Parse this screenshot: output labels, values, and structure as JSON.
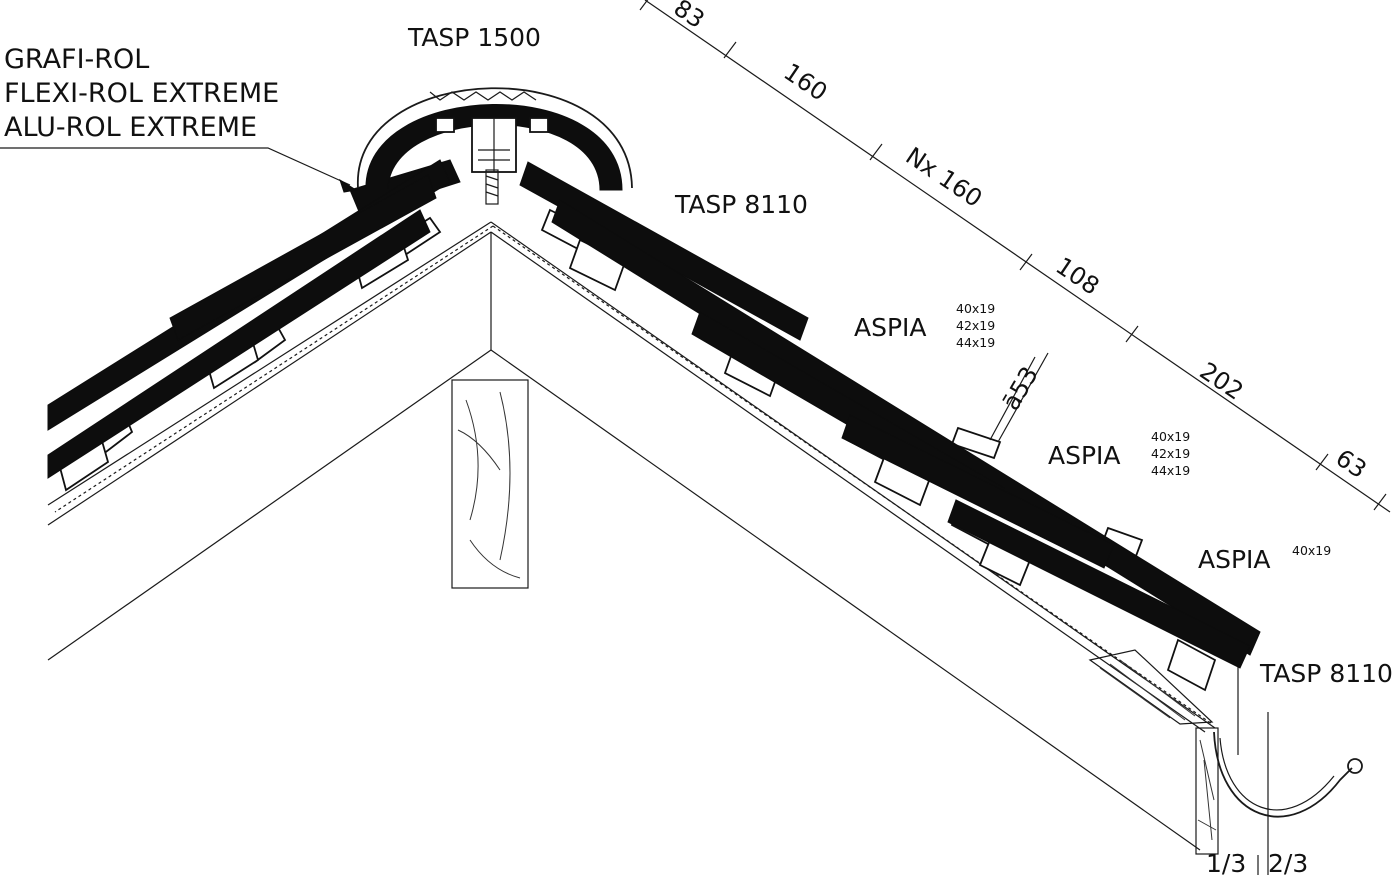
{
  "product_labels": {
    "seal_1": "GRAFI-ROL",
    "seal_2": "FLEXI-ROL EXTREME",
    "seal_3": "ALU-ROL EXTREME",
    "ridge_tile": "TASP 1500",
    "roof_tile_top": "TASP 8110",
    "roof_tile_eave": "TASP 8110"
  },
  "battens": [
    {
      "label": "ASPIA",
      "sizes": [
        "40x19",
        "42x19",
        "44x19"
      ]
    },
    {
      "label": "ASPIA",
      "sizes": [
        "40x19",
        "42x19",
        "44x19"
      ]
    },
    {
      "label": "ASPIA",
      "sizes": [
        "40x19"
      ]
    }
  ],
  "dimensions": {
    "first": "83",
    "second": "160",
    "repeat": "Nx 160",
    "fourth": "108",
    "fifth": "202",
    "last": "63",
    "overhang": "ā53"
  },
  "gutter": {
    "left_fraction": "1/3",
    "right_fraction": "2/3"
  },
  "colors": {
    "tile": "#0d0d0d",
    "line": "#1a1a1a",
    "background": "#ffffff"
  }
}
